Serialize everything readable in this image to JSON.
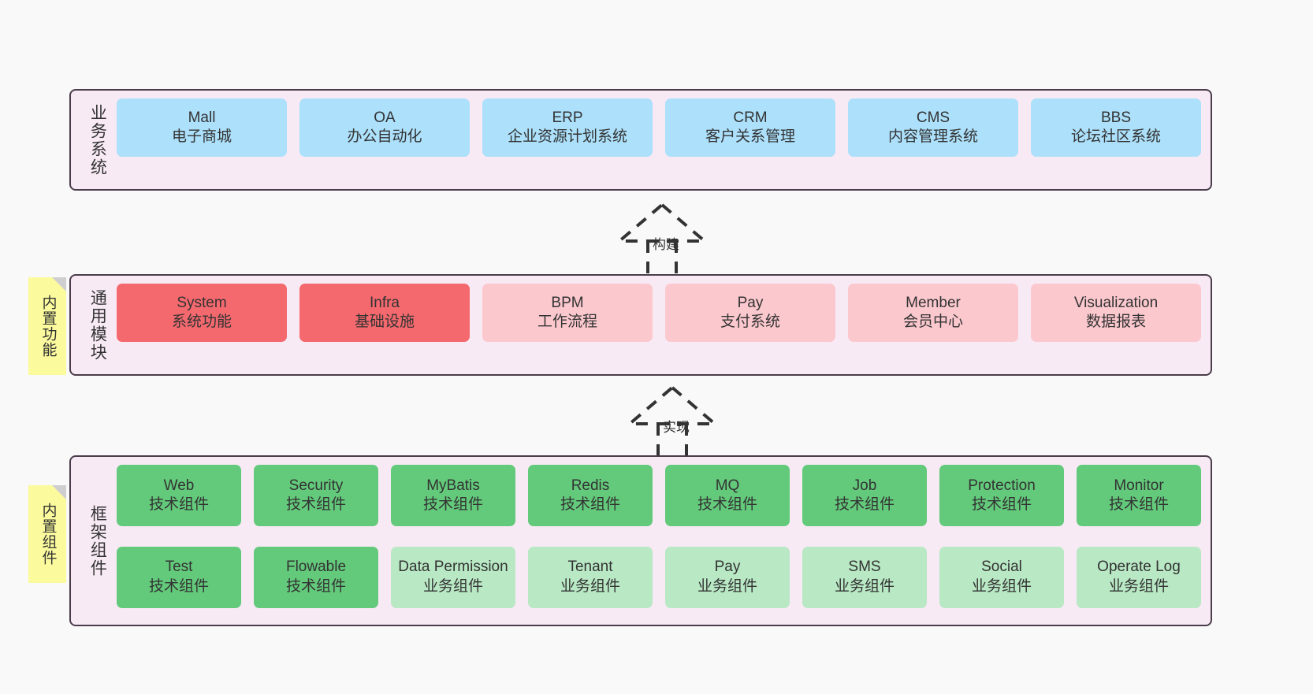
{
  "canvas": {
    "background": "#f9f9f9",
    "panel_fill": "#f8eaf5",
    "panel_stroke": "#4a3c4a",
    "note_fill": "#fbfb9e"
  },
  "layers": [
    {
      "id": "business",
      "title": "业务系统",
      "rows": [
        {
          "cards": [
            {
              "en": "Mall",
              "cn": "电子商城",
              "color": "#ace0fb",
              "variant": "c-blue"
            },
            {
              "en": "OA",
              "cn": "办公自动化",
              "color": "#ace0fb",
              "variant": "c-blue"
            },
            {
              "en": "ERP",
              "cn": "企业资源计划系统",
              "color": "#ace0fb",
              "variant": "c-blue"
            },
            {
              "en": "CRM",
              "cn": "客户关系管理",
              "color": "#ace0fb",
              "variant": "c-blue"
            },
            {
              "en": "CMS",
              "cn": "内容管理系统",
              "color": "#ace0fb",
              "variant": "c-blue"
            },
            {
              "en": "BBS",
              "cn": "论坛社区系统",
              "color": "#ace0fb",
              "variant": "c-blue"
            }
          ]
        }
      ]
    },
    {
      "id": "common",
      "title": "通用模块",
      "note": "内置功能",
      "rows": [
        {
          "cards": [
            {
              "en": "System",
              "cn": "系统功能",
              "color": "#f4696e",
              "variant": "c-red"
            },
            {
              "en": "Infra",
              "cn": "基础设施",
              "color": "#f4696e",
              "variant": "c-red"
            },
            {
              "en": "BPM",
              "cn": "工作流程",
              "color": "#fbc8ce",
              "variant": "c-pink"
            },
            {
              "en": "Pay",
              "cn": "支付系统",
              "color": "#fbc8ce",
              "variant": "c-pink"
            },
            {
              "en": "Member",
              "cn": "会员中心",
              "color": "#fbc8ce",
              "variant": "c-pink"
            },
            {
              "en": "Visualization",
              "cn": "数据报表",
              "color": "#fbc8ce",
              "variant": "c-pink"
            }
          ]
        }
      ]
    },
    {
      "id": "framework",
      "title": "框架组件",
      "note": "内置组件",
      "rows": [
        {
          "cards": [
            {
              "en": "Web",
              "cn": "技术组件",
              "color": "#63ca7b",
              "variant": "c-green"
            },
            {
              "en": "Security",
              "cn": "技术组件",
              "color": "#63ca7b",
              "variant": "c-green"
            },
            {
              "en": "MyBatis",
              "cn": "技术组件",
              "color": "#63ca7b",
              "variant": "c-green"
            },
            {
              "en": "Redis",
              "cn": "技术组件",
              "color": "#63ca7b",
              "variant": "c-green"
            },
            {
              "en": "MQ",
              "cn": "技术组件",
              "color": "#63ca7b",
              "variant": "c-green"
            },
            {
              "en": "Job",
              "cn": "技术组件",
              "color": "#63ca7b",
              "variant": "c-green"
            },
            {
              "en": "Protection",
              "cn": "技术组件",
              "color": "#63ca7b",
              "variant": "c-green"
            },
            {
              "en": "Monitor",
              "cn": "技术组件",
              "color": "#63ca7b",
              "variant": "c-green"
            }
          ]
        },
        {
          "cards": [
            {
              "en": "Test",
              "cn": "技术组件",
              "color": "#63ca7b",
              "variant": "c-green"
            },
            {
              "en": "Flowable",
              "cn": "技术组件",
              "color": "#63ca7b",
              "variant": "c-green"
            },
            {
              "en": "Data Permission",
              "cn": "业务组件",
              "color": "#b8e8c4",
              "variant": "c-lightgreen"
            },
            {
              "en": "Tenant",
              "cn": "业务组件",
              "color": "#b8e8c4",
              "variant": "c-lightgreen"
            },
            {
              "en": "Pay",
              "cn": "业务组件",
              "color": "#b8e8c4",
              "variant": "c-lightgreen"
            },
            {
              "en": "SMS",
              "cn": "业务组件",
              "color": "#b8e8c4",
              "variant": "c-lightgreen"
            },
            {
              "en": "Social",
              "cn": "业务组件",
              "color": "#b8e8c4",
              "variant": "c-lightgreen"
            },
            {
              "en": "Operate Log",
              "cn": "业务组件",
              "color": "#b8e8c4",
              "variant": "c-lightgreen"
            }
          ]
        }
      ]
    }
  ],
  "arrows": [
    {
      "id": "build",
      "label": "构建"
    },
    {
      "id": "impl",
      "label": "实现"
    }
  ]
}
